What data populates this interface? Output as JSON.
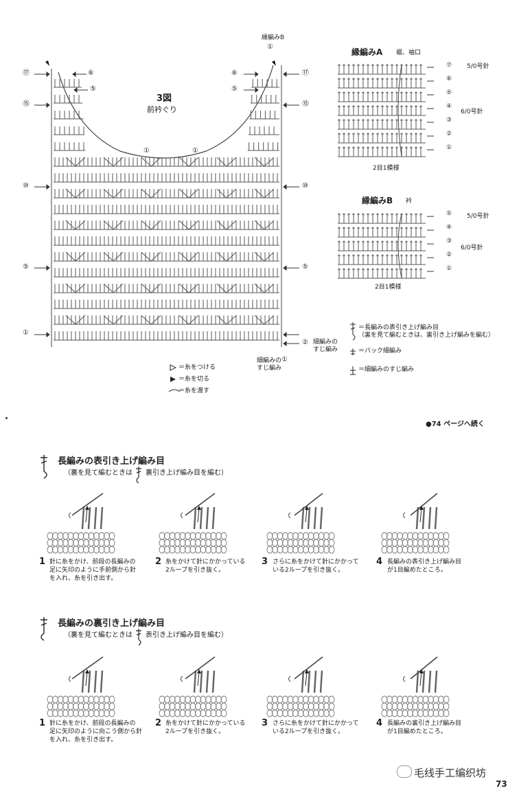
{
  "diagram3": {
    "title": "3図",
    "subtitle": "前衿ぐり",
    "edging_b_label": "縁編みB",
    "row_labels_left": [
      "⑰",
      "⑮",
      "⑩",
      "⑤",
      "①"
    ],
    "row_labels_right": [
      "⑰",
      "⑮",
      "⑩",
      "⑤"
    ],
    "top_left_marks": [
      "⑥",
      "⑤"
    ],
    "top_right_marks": [
      "⑥",
      "⑤"
    ],
    "curve_marks": [
      "①",
      "①"
    ],
    "edge_b_top_mark": "①",
    "bottom_right_mark": "②",
    "bottom_right_text": "細編みの\nすじ編み",
    "bottom_center_mark": "①",
    "bottom_center_text": "細編みの\nすじ編み"
  },
  "legend_left": [
    {
      "icon": "open-triangle",
      "text": "＝糸をつける"
    },
    {
      "icon": "filled-triangle",
      "text": "＝糸を切る"
    },
    {
      "icon": "arc",
      "text": "＝糸を渡す"
    }
  ],
  "edging_a": {
    "title": "縁編みA",
    "note": "裾、袖口",
    "rows": [
      "⑦",
      "⑥",
      "⑤",
      "④",
      "③",
      "②",
      "①"
    ],
    "needle_top": "5/0号針",
    "needle_mid": "6/0号針",
    "repeat": "2目1模様"
  },
  "edging_b": {
    "title": "縁編みB",
    "note": "衿",
    "rows": [
      "⑤",
      "④",
      "③",
      "②",
      "①"
    ],
    "needle_top": "5/0号針",
    "needle_mid": "6/0号針",
    "repeat": "2目1模様"
  },
  "legend_right": [
    {
      "text": "＝長編みの表引き上げ編み目\n（裏を見て編むときは、裏引き上げ編みを編む）"
    },
    {
      "text": "＝バック細編み"
    },
    {
      "text": "＝細編みのすじ編み"
    }
  ],
  "continue_note": "●74 ページへ続く",
  "section1": {
    "title": "長編みの表引き上げ編み目",
    "subtitle_pre": "（裏を見て編むときは",
    "subtitle_post": "裏引き上げ編み目を編む）",
    "steps": [
      {
        "num": "1",
        "text": "針に糸をかけ、前段の長編みの\n足に矢印のように手前側から針\nを入れ、糸を引き出す。"
      },
      {
        "num": "2",
        "text": "糸をかけて針にかかっている\n2ループを引き抜く。"
      },
      {
        "num": "3",
        "text": "さらに糸をかけて針にかかって\nいる2ループを引き抜く。"
      },
      {
        "num": "4",
        "text": "長編みの表引き上げ編み目\nが1目編めたところ。"
      }
    ]
  },
  "section2": {
    "title": "長編みの裏引き上げ編み目",
    "subtitle_pre": "（裏を見て編むときは",
    "subtitle_post": "表引き上げ編み目を編む）",
    "steps": [
      {
        "num": "1",
        "text": "針に糸をかけ、前段の長編みの\n足に矢印のように向こう側から針\nを入れ、糸を引き出す。"
      },
      {
        "num": "2",
        "text": "糸をかけて針にかかっている\n2ループを引き抜く。"
      },
      {
        "num": "3",
        "text": "さらに糸をかけて針にかかって\nいる2ループを引き抜く。"
      },
      {
        "num": "4",
        "text": "長編みの裏引き上げ編み目\nが1目編めたところ。"
      }
    ]
  },
  "watermark": "毛线手工编织坊",
  "page_number": "73"
}
